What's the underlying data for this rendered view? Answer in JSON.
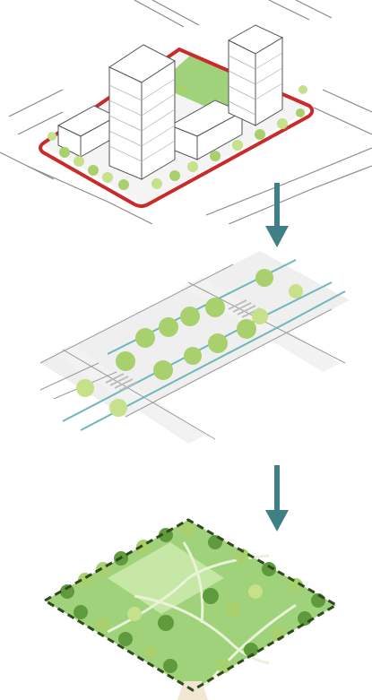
{
  "diagram": {
    "steps": [
      {
        "id": "block"
      },
      {
        "id": "street"
      },
      {
        "id": "park"
      }
    ],
    "colors": {
      "arrow": "#3f7f86",
      "site_boundary": "#c92a2a",
      "park_boundary": "#2e4a1e",
      "lawn": "#9fd27a",
      "lawn_light": "#c6e7a6",
      "tree_light": "#c7e08a",
      "tree_mid": "#a8d06c",
      "tree_dark": "#5f9a3c",
      "street_line": "#6fb7b8",
      "road": "#e9e9e9",
      "building_stroke": "#555555"
    },
    "icons": [
      "down-arrow-icon",
      "down-arrow-icon"
    ]
  }
}
